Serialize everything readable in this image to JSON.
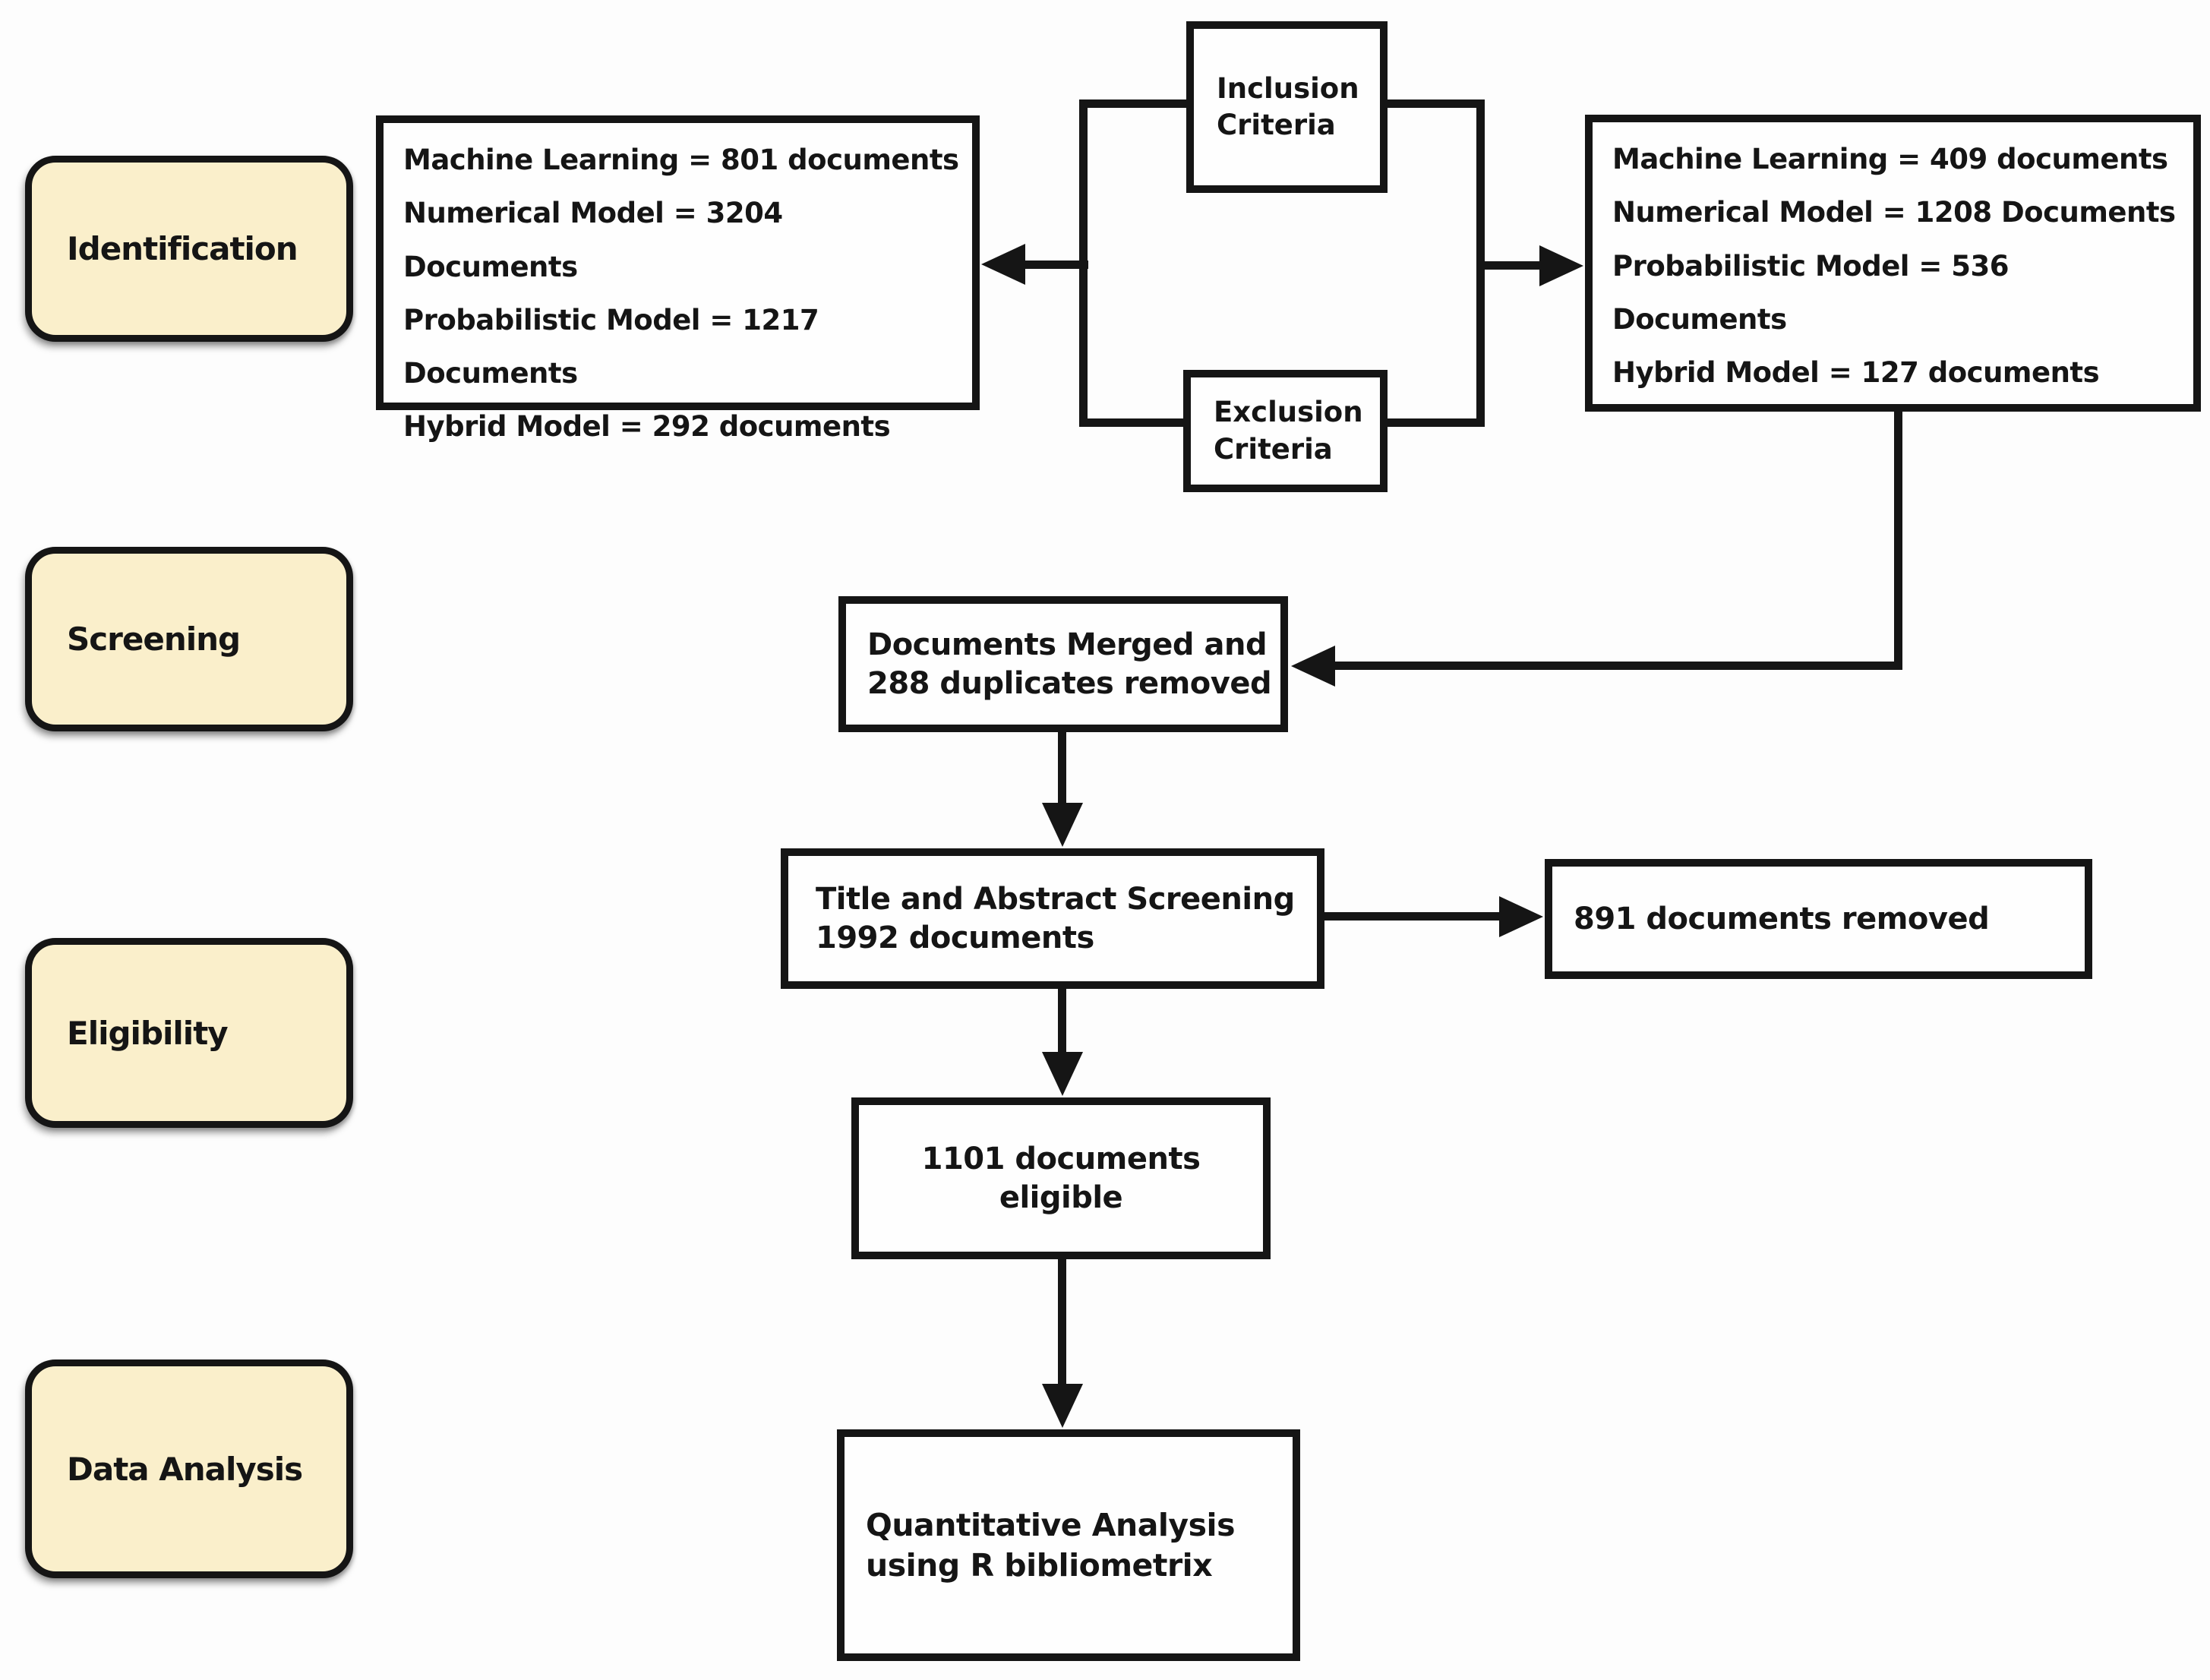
{
  "colors": {
    "stage_fill": "#FAEFCB",
    "ink": "#151515",
    "background": "#FDFDFD"
  },
  "stages": [
    {
      "label": "Identification"
    },
    {
      "label": "Screening"
    },
    {
      "label": "Eligibility"
    },
    {
      "label": "Data Analysis"
    }
  ],
  "criteria": {
    "inclusion": {
      "line1": "Inclusion",
      "line2": "Criteria"
    },
    "exclusion": {
      "line1": "Exclusion",
      "line2": "Criteria"
    }
  },
  "identification": {
    "left_source": {
      "lines": [
        "Machine Learning = 801 documents",
        "Numerical Model = 3204 Documents",
        "Probabilistic Model = 1217 Documents",
        "Hybrid Model = 292 documents"
      ]
    },
    "right_source": {
      "lines": [
        "Machine Learning = 409 documents",
        "Numerical Model = 1208 Documents",
        "Probabilistic Model = 536 Documents",
        "Hybrid Model = 127 documents"
      ]
    }
  },
  "screening": {
    "merged": {
      "line1": "Documents Merged and",
      "line2": "288 duplicates removed"
    },
    "title_abstract": {
      "line1": "Title and Abstract Screening",
      "line2": "1992 documents"
    },
    "removed": {
      "label": "891 documents removed"
    }
  },
  "eligibility": {
    "eligible": {
      "line1": "1101 documents",
      "line2": "eligible"
    }
  },
  "data_analysis": {
    "quantitative": {
      "line1": "Quantitative Analysis",
      "line2": "using R bibliometrix"
    }
  }
}
